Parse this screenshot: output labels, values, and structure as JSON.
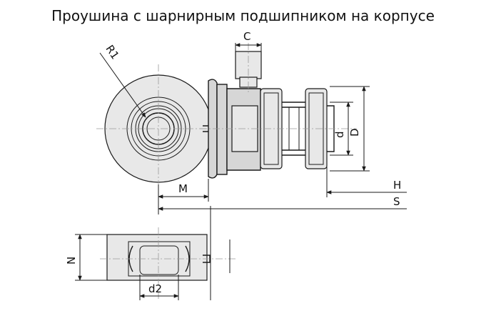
{
  "title": "Проушина с шарнирным подшипником на корпусе",
  "labels": {
    "r1": "R1",
    "c": "C",
    "d": "d",
    "D": "D",
    "M": "M",
    "H": "H",
    "S": "S",
    "N": "N",
    "d2": "d2"
  }
}
